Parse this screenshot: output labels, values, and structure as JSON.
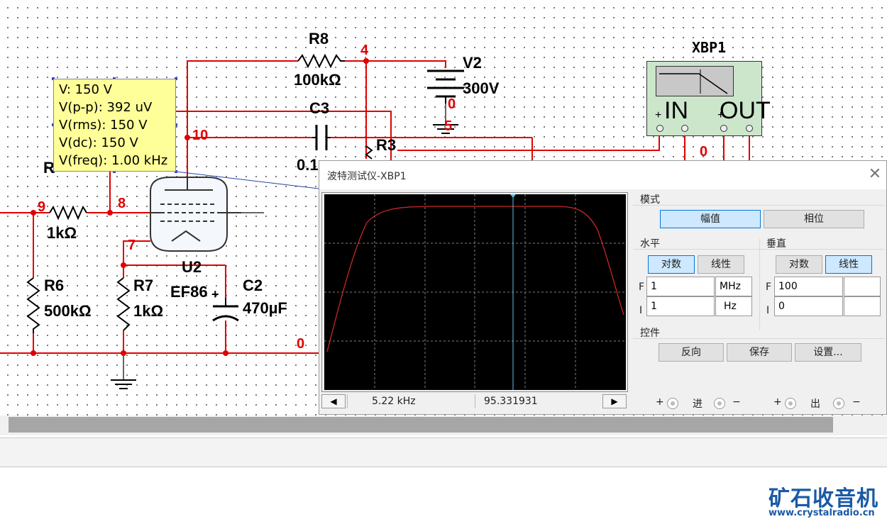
{
  "schematic": {
    "components": {
      "r8": {
        "ref": "R8",
        "value": "100kΩ"
      },
      "v2": {
        "ref": "V2",
        "value": "300V"
      },
      "c3": {
        "ref": "C3",
        "value": "0.1"
      },
      "r3": {
        "ref": "R3"
      },
      "r_left": {
        "ref": "R"
      },
      "r_9_8": {
        "value": "1kΩ"
      },
      "r6": {
        "ref": "R6",
        "value": "500kΩ"
      },
      "r7": {
        "ref": "R7",
        "value": "1kΩ"
      },
      "u2": {
        "ref": "U2",
        "value": "EF86"
      },
      "c2": {
        "ref": "C2",
        "value": "470µF"
      },
      "c2_polarity": "+"
    },
    "nodes": {
      "n4": "4",
      "n10": "10",
      "n9": "9",
      "n8": "8",
      "n7": "7",
      "n0_v2": "0",
      "n5": "5",
      "n0_bottom": "0",
      "n0_xbp": "0"
    },
    "colors": {
      "wire": "#e00000",
      "node_label": "#e00000",
      "probe_bg": "#ffff99"
    }
  },
  "probe": {
    "lines": [
      "V: 150 V",
      "V(p-p): 392 uV",
      "V(rms): 150 V",
      "V(dc): 150 V",
      "V(freq): 1.00 kHz"
    ]
  },
  "instrument_symbol": {
    "title": "XBP1",
    "in_label": "IN",
    "out_label": "OUT",
    "plus_in": "+",
    "plus_out": "+"
  },
  "bode_window": {
    "title": "波特测试仪-XBP1",
    "close_icon": "close-icon",
    "status": {
      "left_arrow_icon": "left-arrow-icon",
      "right_arrow_icon": "right-arrow-icon",
      "frequency": "5.22 kHz",
      "magnitude": "95.331931"
    },
    "mode": {
      "label": "模式",
      "magnitude_button": "幅值",
      "phase_button": "相位",
      "selected": "幅值"
    },
    "horizontal": {
      "label": "水平",
      "log_button": "对数",
      "linear_button": "线性",
      "selected": "对数",
      "f_label": "F",
      "f_value": "1",
      "f_unit": "MHz",
      "i_label": "I",
      "i_value": "1",
      "i_unit": "Hz"
    },
    "vertical": {
      "label": "垂直",
      "log_button": "对数",
      "linear_button": "线性",
      "selected": "线性",
      "f_label": "F",
      "f_value": "100",
      "f_unit": "",
      "i_label": "I",
      "i_value": "0",
      "i_unit": ""
    },
    "controls": {
      "label": "控件",
      "reverse_button": "反向",
      "save_button": "保存",
      "settings_button": "设置..."
    },
    "terminals": {
      "in_plus": "+",
      "in_label": "进",
      "in_minus": "−",
      "out_plus": "+",
      "out_label": "出",
      "out_minus": "−"
    },
    "plot": {
      "trace_color": "#c8262a",
      "cursor_color": "#4fc8e8",
      "grid": true,
      "cursor_value": {
        "frequency": "5.22 kHz",
        "magnitude": "95.331931"
      }
    }
  },
  "watermark": {
    "text": "矿石收音机",
    "url": "www.crystalradio.cn",
    "color": "#1a5aa6"
  }
}
